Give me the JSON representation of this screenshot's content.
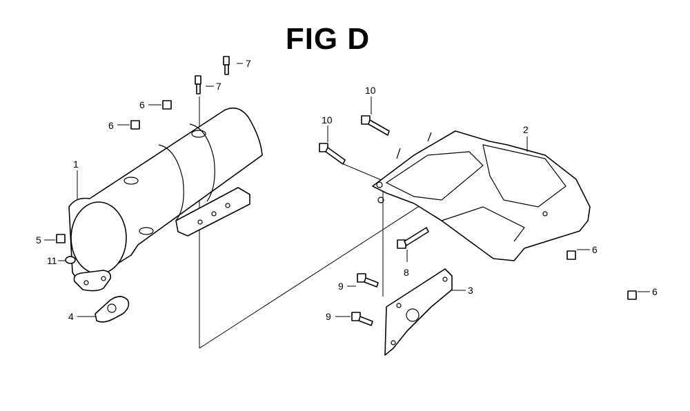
{
  "title": "FIG D",
  "callouts": {
    "c1": "1",
    "c2": "2",
    "c3": "3",
    "c4": "4",
    "c5": "5",
    "c6a": "6",
    "c6b": "6",
    "c6c": "6",
    "c6d": "6",
    "c7a": "7",
    "c7b": "7",
    "c8": "8",
    "c9a": "9",
    "c9b": "9",
    "c10a": "10",
    "c10b": "10",
    "c11": "11"
  }
}
